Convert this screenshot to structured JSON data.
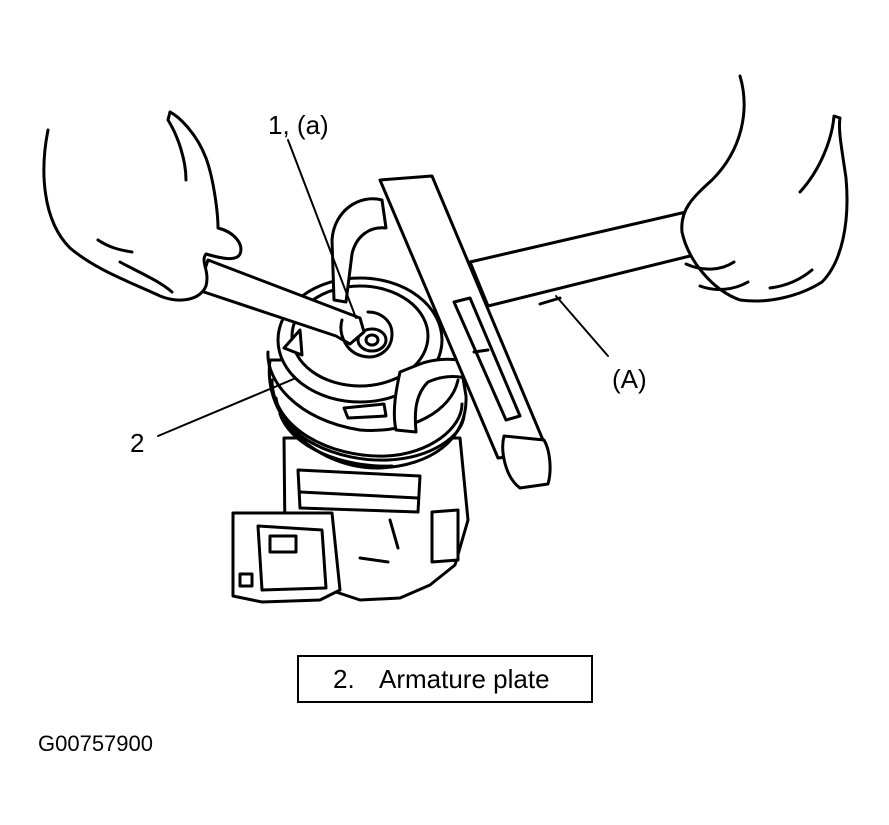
{
  "callouts": {
    "bolt": "1, (a)",
    "tool": "(A)",
    "plate": "2"
  },
  "legend": {
    "number": "2.",
    "text": "Armature plate"
  },
  "figure_id": "G00757900",
  "colors": {
    "line": "#000000",
    "background": "#ffffff"
  }
}
